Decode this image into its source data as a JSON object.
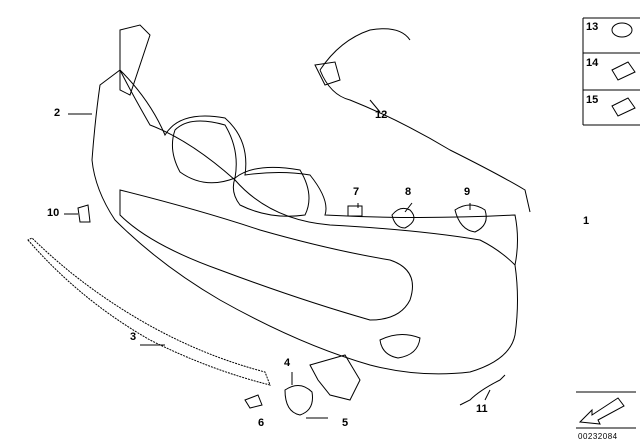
{
  "callouts": [
    "1",
    "2",
    "3",
    "4",
    "5",
    "6",
    "7",
    "8",
    "9",
    "10",
    "11",
    "12",
    "13",
    "14",
    "15"
  ],
  "document_id": "00232084"
}
